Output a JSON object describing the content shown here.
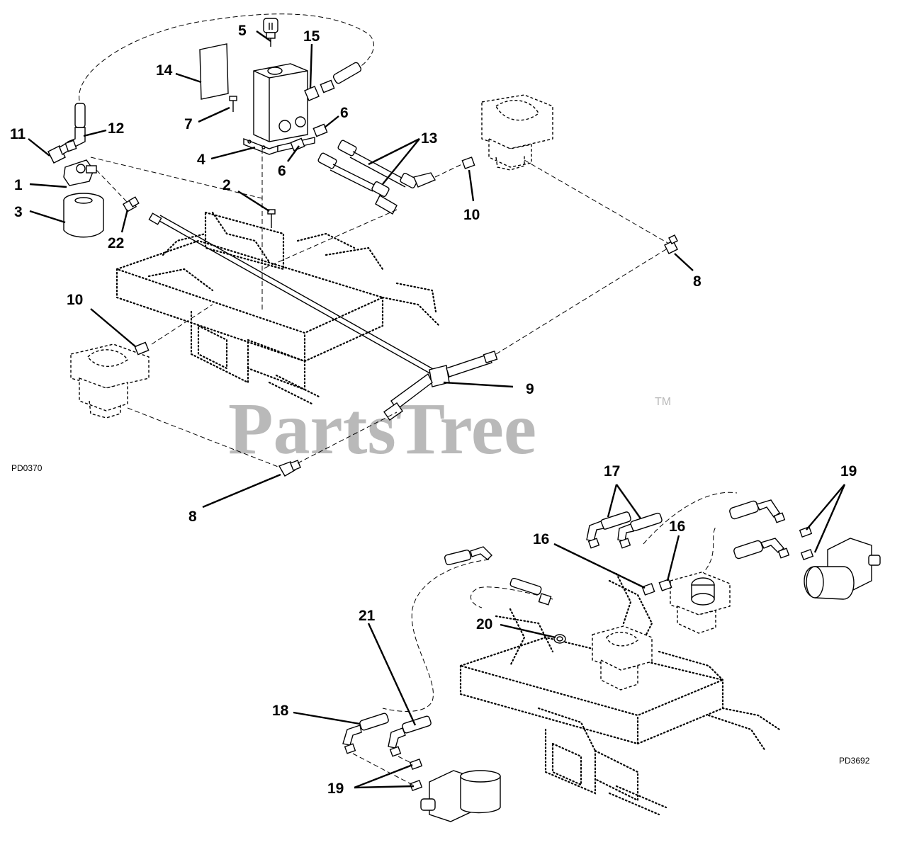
{
  "drawings": [
    {
      "id": "upper",
      "code": "PD0370"
    },
    {
      "id": "lower",
      "code": "PD3692"
    }
  ],
  "watermark": {
    "text": "PartsTree",
    "trademark": "TM"
  },
  "callouts": [
    {
      "id": "c5",
      "label": "5"
    },
    {
      "id": "c15",
      "label": "15"
    },
    {
      "id": "c14",
      "label": "14"
    },
    {
      "id": "c7",
      "label": "7"
    },
    {
      "id": "c6a",
      "label": "6"
    },
    {
      "id": "c13",
      "label": "13"
    },
    {
      "id": "c4",
      "label": "4"
    },
    {
      "id": "c6b",
      "label": "6"
    },
    {
      "id": "c11",
      "label": "11"
    },
    {
      "id": "c12",
      "label": "12"
    },
    {
      "id": "c1",
      "label": "1"
    },
    {
      "id": "c3",
      "label": "3"
    },
    {
      "id": "c22",
      "label": "22"
    },
    {
      "id": "c2",
      "label": "2"
    },
    {
      "id": "c10a",
      "label": "10"
    },
    {
      "id": "c8a",
      "label": "8"
    },
    {
      "id": "c10b",
      "label": "10"
    },
    {
      "id": "c9",
      "label": "9"
    },
    {
      "id": "c8b",
      "label": "8"
    },
    {
      "id": "c17",
      "label": "17"
    },
    {
      "id": "c19a",
      "label": "19"
    },
    {
      "id": "c16a",
      "label": "16"
    },
    {
      "id": "c16b",
      "label": "16"
    },
    {
      "id": "c20",
      "label": "20"
    },
    {
      "id": "c21",
      "label": "21"
    },
    {
      "id": "c18",
      "label": "18"
    },
    {
      "id": "c19b",
      "label": "19"
    }
  ]
}
